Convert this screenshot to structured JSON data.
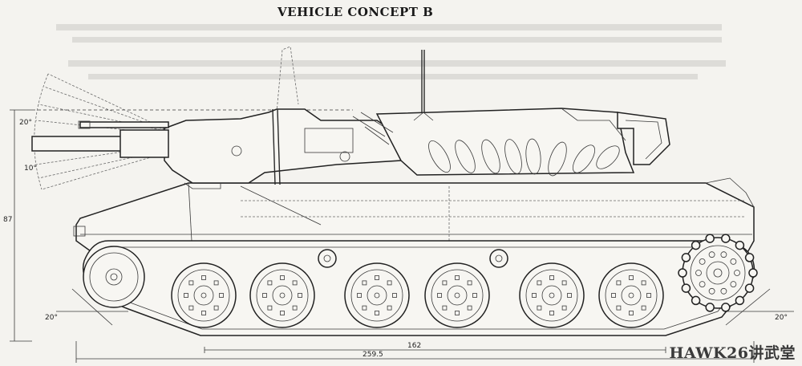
{
  "title": "VEHICLE CONCEPT B",
  "watermark": "HAWK26讲武堂",
  "dimensions": {
    "elevation_up": "20°",
    "depression": "10°",
    "height": "87",
    "track_angle_front": "20°",
    "track_angle_rear": "20°",
    "track_contact_length": "162",
    "overall_length": "259.5"
  },
  "colors": {
    "paper": "#f4f3ef",
    "ink": "#222222"
  }
}
